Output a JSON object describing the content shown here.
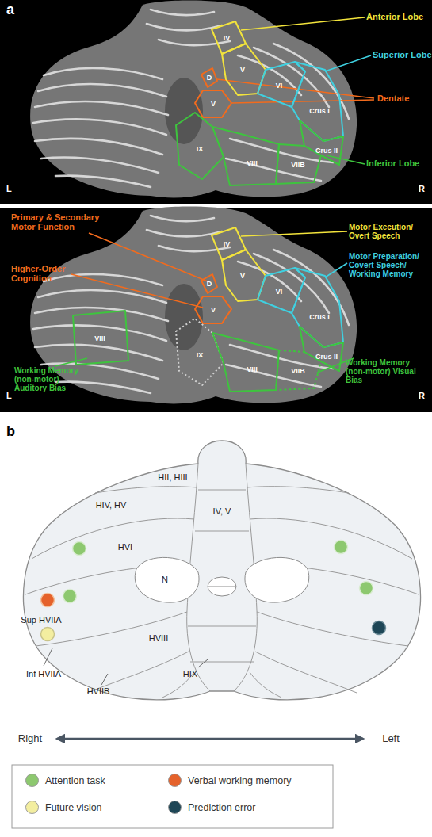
{
  "diagram": {
    "nodes": [
      {
        "text": [
          "IV"
        ]
      },
      {
        "text": [
          "V"
        ]
      },
      {
        "text": [
          "VI"
        ]
      },
      {
        "text": [
          "Crus I"
        ]
      },
      {
        "text": [
          "D"
        ]
      },
      {
        "text": [
          "V"
        ]
      },
      {
        "text": [
          "IX"
        ]
      },
      {
        "text": [
          "VIII"
        ]
      },
      {
        "text": [
          "VIIB"
        ]
      },
      {
        "text": [
          "Crus II"
        ]
      },
      {
        "text": [
          "IV"
        ]
      },
      {
        "text": [
          "V"
        ]
      },
      {
        "text": [
          "VI"
        ]
      },
      {
        "text": [
          "Crus I"
        ]
      },
      {
        "text": [
          "D"
        ]
      },
      {
        "text": [
          "V"
        ]
      },
      {
        "text": [
          "VIII"
        ]
      },
      {
        "text": [
          "IX"
        ]
      },
      {
        "text": [
          "VIII"
        ]
      },
      {
        "text": [
          "VIIB"
        ]
      },
      {
        "text": [
          "Crus II"
        ]
      }
    ],
    "labels": [
      "a",
      "Anterior Lobe",
      "Superior Lobe",
      "Dentate",
      "Inferior Lobe",
      "L",
      "R",
      "Primary & Secondary Motor Function",
      "Motor Execution/ Overt Speech",
      "Higher-Order Cognition",
      "Motor Preparation/ Covert Speech/ Working Memory",
      "Working Memory (non-motor) Auditory Bias",
      "Working Memory (non-motor) Visual Bias",
      "L",
      "R",
      "b",
      "HII, HIII",
      "HIV, HV",
      "IV, V",
      "HVI",
      "N",
      "Sup HVIIA",
      "Inf HVIIA",
      "HVIIB",
      "HVIII",
      "HIX",
      "Right",
      "Left"
    ],
    "legend": [
      {
        "text": "Attention task",
        "color": "#8dc86f"
      },
      {
        "text": "Verbal working memory",
        "color": "#e5622b"
      },
      {
        "text": "Future vision",
        "color": "#f3eea0"
      },
      {
        "text": "Prediction error",
        "color": "#1e4656"
      }
    ]
  }
}
